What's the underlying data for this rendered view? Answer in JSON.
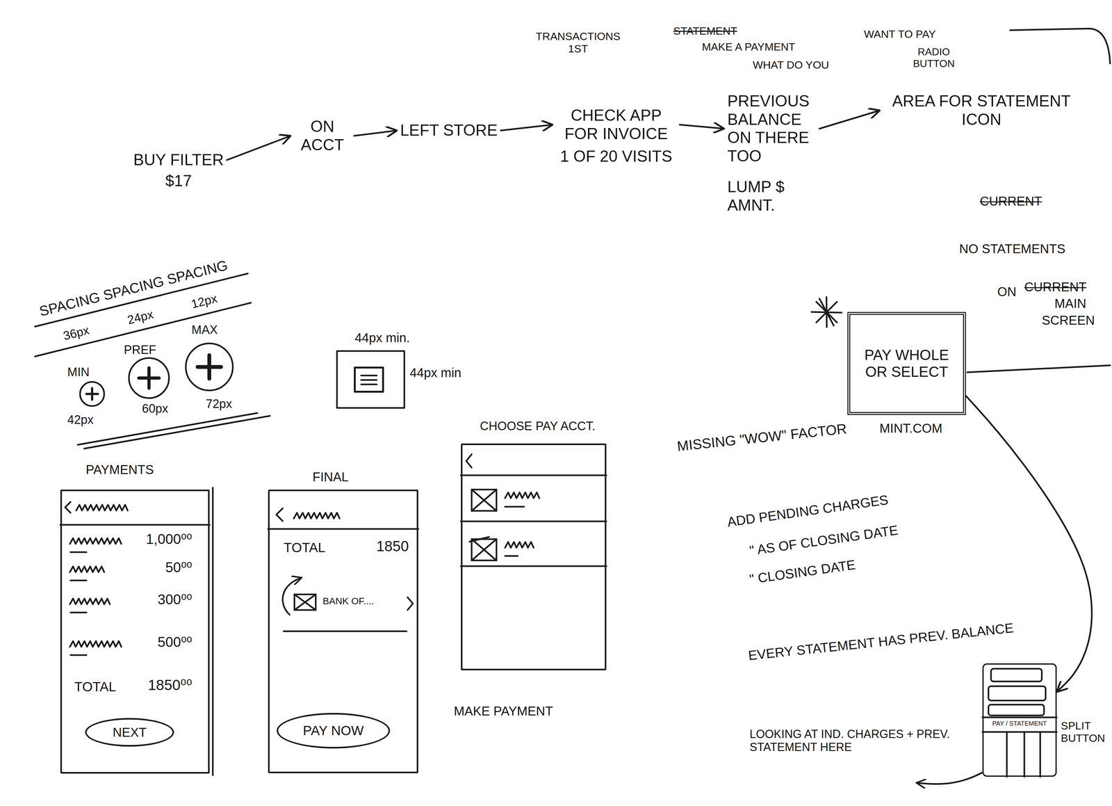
{
  "diagram": {
    "nodes": [
      {
        "text": [
          "BUY FILTER",
          "$17"
        ]
      },
      {
        "text": [
          "ON ACCT"
        ]
      },
      {
        "text": [
          "LEFT STORE"
        ]
      },
      {
        "text": [
          "CHECK APP FOR INVOICE",
          "1 OF 20 VISITS"
        ]
      },
      {
        "text": [
          "PREVIOUS BALANCE ON THERE TOO",
          "LUMP $ AMNT."
        ]
      },
      {
        "text": [
          "AREA FOR STATEMENT ICON"
        ]
      },
      {
        "text": [
          "PAY WHOLE OR SELECT"
        ]
      },
      {
        "text": [
          "PAYMENTS",
          "1,000⁰⁰",
          "50⁰⁰",
          "300⁰⁰",
          "500⁰⁰",
          "TOTAL",
          "1850⁰⁰"
        ]
      },
      {
        "text": [
          "NEXT"
        ],
        "in": 7
      },
      {
        "text": [
          "FINAL",
          "TOTAL",
          "1850",
          "BANK OF...."
        ]
      },
      {
        "text": [
          "PAY NOW"
        ],
        "in": 9
      },
      {
        "text": [
          "CHOOSE PAY ACCT."
        ]
      },
      {
        "text": [
          "PAY / STATEMENT"
        ]
      }
    ],
    "edges": [
      {
        "from": 0,
        "to": 1,
        "arrow": "to"
      },
      {
        "from": 1,
        "to": 2,
        "arrow": "to"
      },
      {
        "from": 2,
        "to": 3,
        "arrow": "to"
      },
      {
        "from": 3,
        "to": 4,
        "arrow": "to"
      },
      {
        "from": 4,
        "to": 5,
        "arrow": "to"
      },
      {
        "from": 6,
        "to": 12,
        "arrow": "to"
      }
    ],
    "labels": [
      "TRANSACTIONS 1ST",
      "STATEMENT",
      "MAKE A PAYMENT",
      "WHAT DO YOU",
      "WANT TO PAY",
      "RADIO BUTTON",
      "CURRENT",
      "NO STATEMENTS",
      "ON",
      "CURRENT",
      "MAIN",
      "SCREEN",
      "SPACING SPACING SPACING",
      "36px",
      "24px",
      "12px",
      "MIN",
      "PREF",
      "MAX",
      "42px",
      "60px",
      "72px",
      "44px min.",
      "44px min",
      "MISSING \"WOW\" FACTOR",
      "MINT.COM",
      "ADD PENDING CHARGES",
      "\" AS OF CLOSING DATE",
      "\" CLOSING DATE",
      "EVERY STATEMENT HAS PREV. BALANCE",
      "SPLIT BUTTON",
      "LOOKING AT IND. CHARGES + PREV. STATEMENT HERE",
      "MAKE PAYMENT"
    ]
  }
}
